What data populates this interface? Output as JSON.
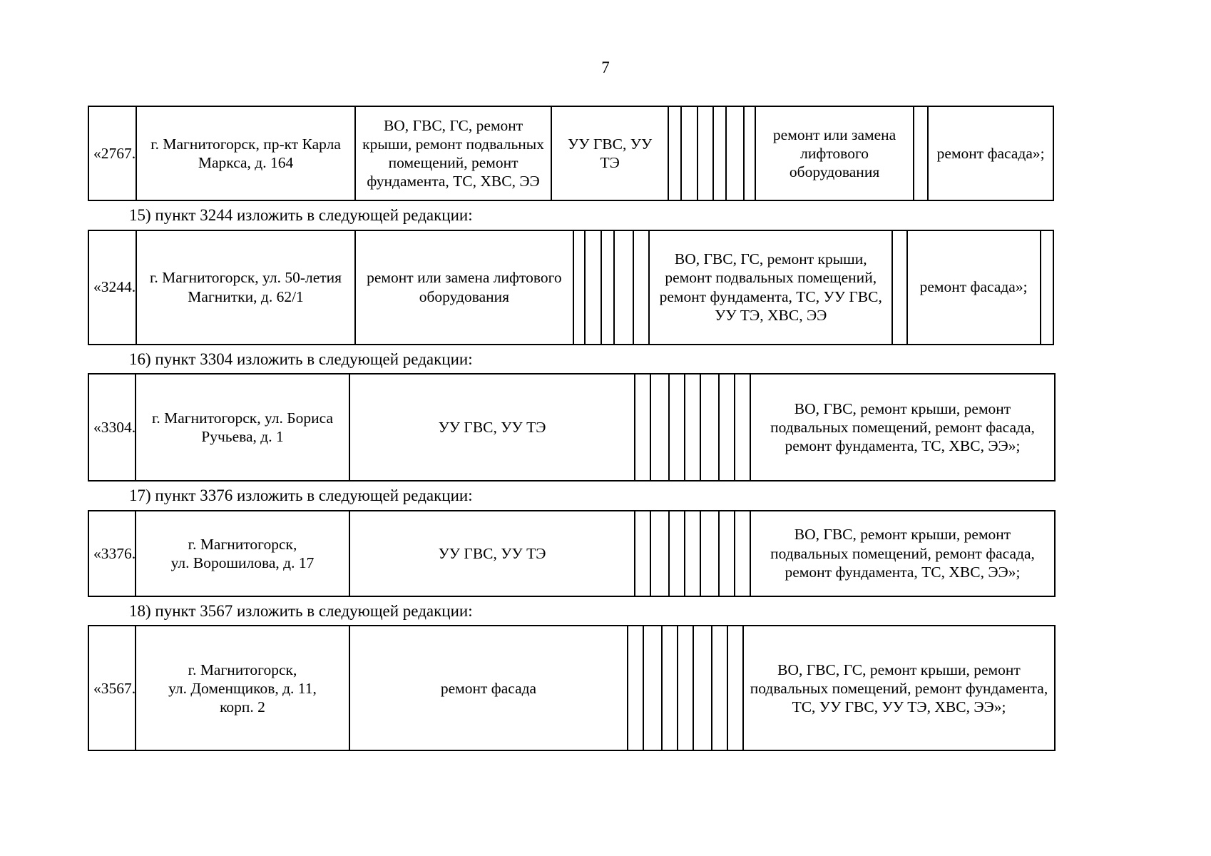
{
  "page": {
    "number": "7"
  },
  "blocks": [
    {
      "kind": "table",
      "name": "table-2767",
      "row": {
        "item_number": "«2767.",
        "address": "г. Магнитогорск, пр-кт Карла Маркса, д. 164",
        "works_1": "ВО, ГВС, ГС, ремонт крыши, ремонт подвальных помещений, ремонт фундамента, ТС, ХВС, ЭЭ",
        "works_2": "УУ ГВС, УУ ТЭ",
        "works_3": "ремонт или замена лифтового оборудования",
        "works_4": "ремонт фасада»;"
      }
    },
    {
      "kind": "heading",
      "name": "heading-3244",
      "text": "15) пункт 3244 изложить в следующей редакции:"
    },
    {
      "kind": "table",
      "name": "table-3244",
      "row": {
        "item_number": "«3244.",
        "address": "г. Магнитогорск, ул. 50-летия Магнитки, д. 62/1",
        "works_1": "ремонт или замена лифтового оборудования",
        "works_2": "ВО, ГВС, ГС, ремонт крыши, ремонт подвальных помещений, ремонт фундамента, ТС, УУ ГВС, УУ ТЭ, ХВС, ЭЭ",
        "works_3": "ремонт фасада»;"
      }
    },
    {
      "kind": "heading",
      "name": "heading-3304",
      "text": "16) пункт 3304 изложить в следующей редакции:"
    },
    {
      "kind": "table",
      "name": "table-3304",
      "row": {
        "item_number": "«3304.",
        "address": "г. Магнитогорск, ул. Бориса Ручьева, д. 1",
        "works_1": "УУ ГВС, УУ ТЭ",
        "works_2": "ВО, ГВС, ремонт крыши, ремонт подвальных помещений, ремонт фасада, ремонт фундамента, ТС, ХВС, ЭЭ»;"
      }
    },
    {
      "kind": "heading",
      "name": "heading-3376",
      "text": "17) пункт 3376 изложить в следующей редакции:"
    },
    {
      "kind": "table",
      "name": "table-3376",
      "row": {
        "item_number": "«3376.",
        "address": "г. Магнитогорск,\nул. Ворошилова, д. 17",
        "works_1": "УУ ГВС, УУ ТЭ",
        "works_2": "ВО, ГВС, ремонт крыши, ремонт подвальных помещений, ремонт фасада, ремонт фундамента, ТС, ХВС, ЭЭ»;"
      }
    },
    {
      "kind": "heading",
      "name": "heading-3567",
      "text": "18) пункт 3567 изложить в следующей редакции:"
    },
    {
      "kind": "table",
      "name": "table-3567",
      "row": {
        "item_number": "«3567.",
        "address": "г. Магнитогорск,\nул. Доменщиков, д. 11,\nкорп. 2",
        "works_1": "ремонт фасада",
        "works_2": "ВО, ГВС, ГС, ремонт крыши, ремонт подвальных помещений, ремонт фундамента, ТС, УУ ГВС, УУ ТЭ, ХВС, ЭЭ»;"
      }
    }
  ]
}
